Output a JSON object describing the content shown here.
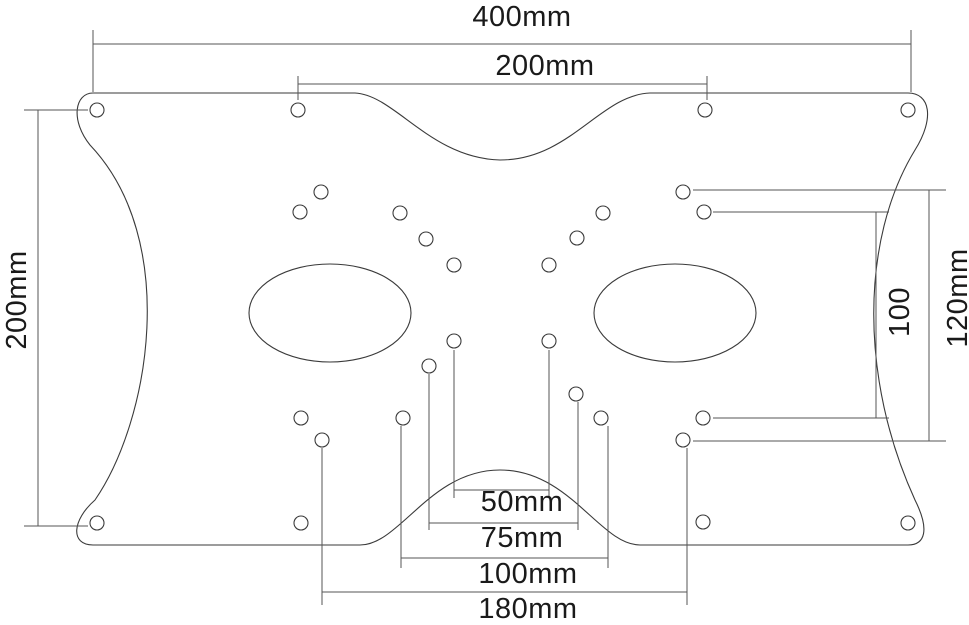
{
  "labels": {
    "top_outer": "400mm",
    "top_inner": "200mm",
    "left_height": "200mm",
    "right_inner": "100",
    "right_outer": "120mm",
    "bottom_50": "50mm",
    "bottom_75": "75mm",
    "bottom_100": "100mm",
    "bottom_180": "180mm"
  },
  "colors": {
    "line": "#3a3a3a",
    "text": "#1a1a1a",
    "background": "#ffffff"
  }
}
